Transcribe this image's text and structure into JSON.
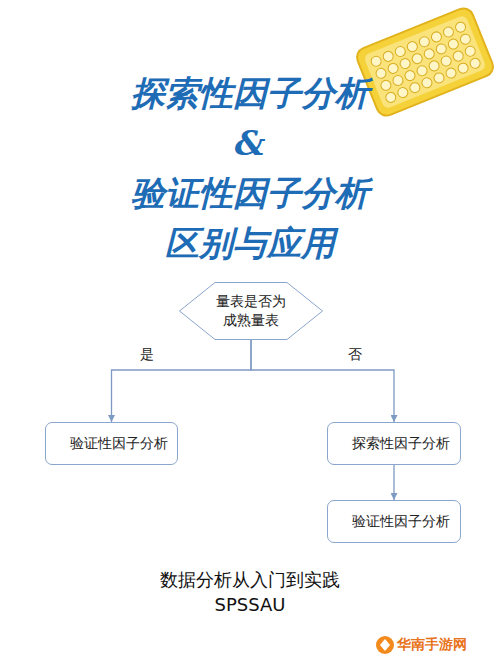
{
  "diagram": {
    "title": "探索性因子分析 & 验证性因子分析 区别与应用",
    "caption": "数据分析从入门到实践",
    "nodes": [
      {
        "text": [
          "量表是否为 成熟量表"
        ]
      },
      {
        "text": [
          "验证性因子分析"
        ]
      },
      {
        "text": [
          "探索性因子分析"
        ]
      },
      {
        "text": [
          "验证性因子分析"
        ]
      }
    ],
    "edges": [
      {
        "from": 0,
        "to": 1,
        "label": "是",
        "arrow": "to"
      },
      {
        "from": 0,
        "to": 2,
        "label": "否",
        "arrow": "to"
      },
      {
        "from": 2,
        "to": 3,
        "arrow": "to"
      }
    ],
    "labels": [
      "SPSSAU",
      "华南手游网"
    ]
  }
}
